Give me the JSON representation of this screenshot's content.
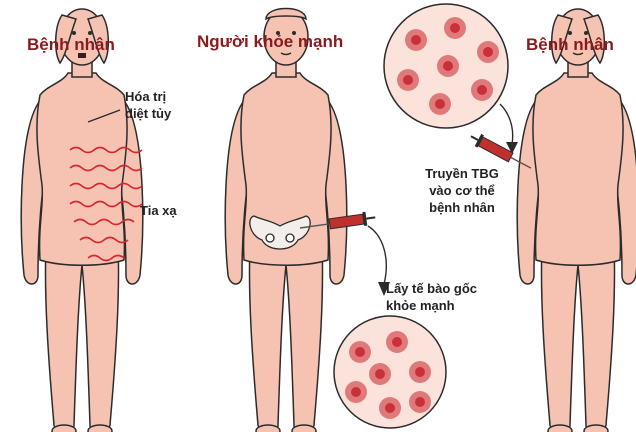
{
  "titles": {
    "patient_left": "Bệnh nhân",
    "donor": "Người khỏe mạnh",
    "patient_right": "Bệnh nhân"
  },
  "labels": {
    "chemo_line1": "Hóa trị",
    "chemo_line2": "diệt tủy",
    "radiation": "Tia xạ",
    "harvest_line1": "Lấy tế bào gốc",
    "harvest_line2": "khỏe mạnh",
    "infuse_line1": "Truyền TBG",
    "infuse_line2": "vào cơ thể",
    "infuse_line3": "bệnh nhân"
  },
  "colors": {
    "title": "#8b1a1f",
    "skin": "#f6c3b3",
    "outline": "#2b2b2b",
    "cell_outer": "#e07a7a",
    "cell_inner": "#c9303a",
    "circle_bg": "#fbe3dc",
    "radiation": "#d8262e",
    "syringe": "#c0302c"
  }
}
